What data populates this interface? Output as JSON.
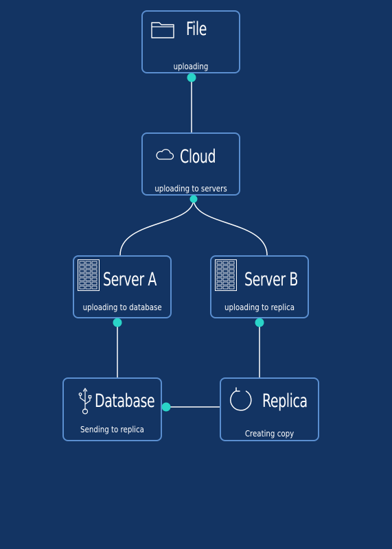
{
  "nodes": {
    "file": {
      "title": "File",
      "subtitle": "uploading",
      "icon": "folder-icon"
    },
    "cloud": {
      "title": "Cloud",
      "subtitle": "uploading to servers",
      "icon": "cloud-icon"
    },
    "server_a": {
      "title": "Server A",
      "subtitle": "uploading to database",
      "icon": "server-rack-icon"
    },
    "server_b": {
      "title": "Server B",
      "subtitle": "uploading to replica",
      "icon": "server-rack-icon"
    },
    "database": {
      "title": "Database",
      "subtitle": "Sending to replica",
      "icon": "usb-icon"
    },
    "replica": {
      "title": "Replica",
      "subtitle": "Creating copy",
      "icon": "refresh-icon"
    }
  },
  "edges": [
    {
      "from": "file",
      "to": "cloud"
    },
    {
      "from": "cloud",
      "to": "server_a"
    },
    {
      "from": "cloud",
      "to": "server_b"
    },
    {
      "from": "server_a",
      "to": "database"
    },
    {
      "from": "server_b",
      "to": "replica"
    },
    {
      "from": "database",
      "to": "replica"
    }
  ],
  "colors": {
    "background": "#133463",
    "node_border": "#5b8fd0",
    "connector_dot": "#2ad4c8",
    "line": "#ffffff",
    "text": "#ffffff"
  }
}
